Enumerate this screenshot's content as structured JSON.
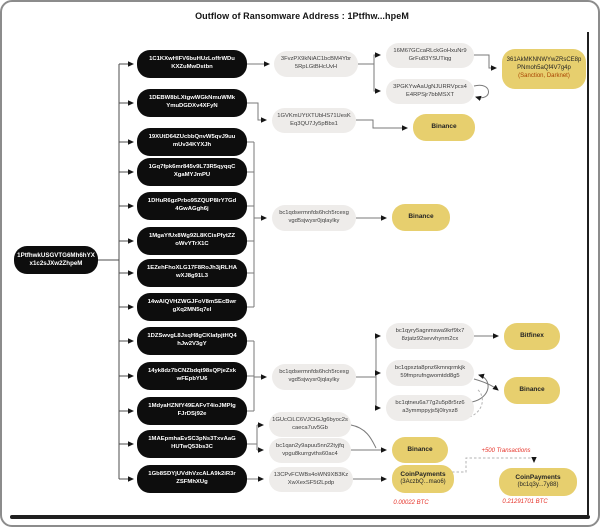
{
  "title": "Outflow of Ransomware Address : 1Ptfhw...hpeM",
  "colors": {
    "black_node": "#0d0d0d",
    "gray_node": "#eeecea",
    "yellow_node": "#e7cf6e",
    "red_text": "#e63329",
    "sanction_tag": "#a84300",
    "edge": "#7a7a7a"
  },
  "root": {
    "label": "1PtfhwkUSGVTG6Mh6hYX\nx1c2sJXw2ZhpeM"
  },
  "level1": [
    "1C1KXwHlFV6buHUzLoffrWDu\nKXZuMwDstbn",
    "1DEBW8bLXtgwWGkNmuWMk\nYmuDGDXv4XFyN",
    "19XUtD64ZUcbbQnvW5qvJ9uu\nmUv34KYXJh",
    "1Gq7fpk6mr845v9L73R5qyqqC\nXgaMYJmPU",
    "1DHuR6gzPrbo95ZQUP8IrY7Gd\n4GwAGgh6j",
    "1MgaYfUx8Wg92L8KCisPfytZZ\noWvYTrX1C",
    "1EZehFhoXLG17F8RoJh3jRLHA\nwXJ8g91L3",
    "14wAlQVHZWGJFoV8mSEcBwr\ngXq2MN5q7el",
    "1DZSwvgL8JsqH8gCKIafpjtHQ4\nhJw2V3gY",
    "14yk8dz7bCNZbdqt98sQPjeZxk\nwFEpbYU6",
    "1MdyaHZNfY49EAFvT4ioJMPlg\nFJrDSj92e",
    "1MAEpmhaEvSC3pNs3TxvAaG\nHUTwQ53bs3C",
    "1Gb8SDYjUVdhVzcALA9k2iR3r\nZSFMhXUg"
  ],
  "level2": {
    "fvz": "3FvzPX9kNiAC1bcBM4Ybr\n5RpLGtBHcUvH",
    "m67": "16M67GCcaRLckGoHxuNr9\nGrFu83YSUTiqg",
    "pgk": "3PGKYwAaUgNJURRVpcs4\nE4RPSjr7bbMSXT",
    "gvk": "1GVKmUYtXTUbHS71UesK\nEq3QU7Jy5pBbs1",
    "derm1": "bc1qdsermnfds6hch5rcexg\nvgd5sjwysr0jqlaylky",
    "derm2": "bc1qdsermnfds6hch5rcexg\nvgd5sjwysr0jqlaylky",
    "qyry": "bc1qyry5agnmswa9krf9lx7\n8zjatz92sevvhynm2cx",
    "qpxz": "bc1qpxzta8pnz6kmnqrmkjk\n59fmprufngwomtdd8g5",
    "qtne": "bc1qtneu6a77g2u5p8r5rz6\na3ymmppyjs5j0lryxz8",
    "guc": "1GUcCiLC6VJCtGJg6byoc2s\ncaeca7uv5Gb",
    "qan": "bc1qan2y9apuu5nn22tyjfq\nvpgu8kurrgvths60ac4",
    "cp13": "13CPvFCWBs4oWN9XB3Kz\nXwXexSF5t2Lpdp"
  },
  "exchanges": {
    "sanction": {
      "address": "361AkMKNNWYwZRsCE8p\nPNmoh5aQf4V7g4p",
      "tag": "(Sanction, Darknet)"
    },
    "binance1": "Binance",
    "binance2": "Binance",
    "bitfinex": "Bitfinex",
    "binance3": "Binance",
    "binance4": "Binance",
    "coinpay1": {
      "name": "CoinPayments",
      "sub": "(3AczbQ...mao6)"
    },
    "coinpay2": {
      "name": "CoinPayments",
      "sub": "(bc1q3y...7y88)"
    }
  },
  "annotations": {
    "transactions": "+500 Transactions",
    "btc_small": "0.00022 BTC",
    "btc_large": "0.21291701 BTC"
  }
}
